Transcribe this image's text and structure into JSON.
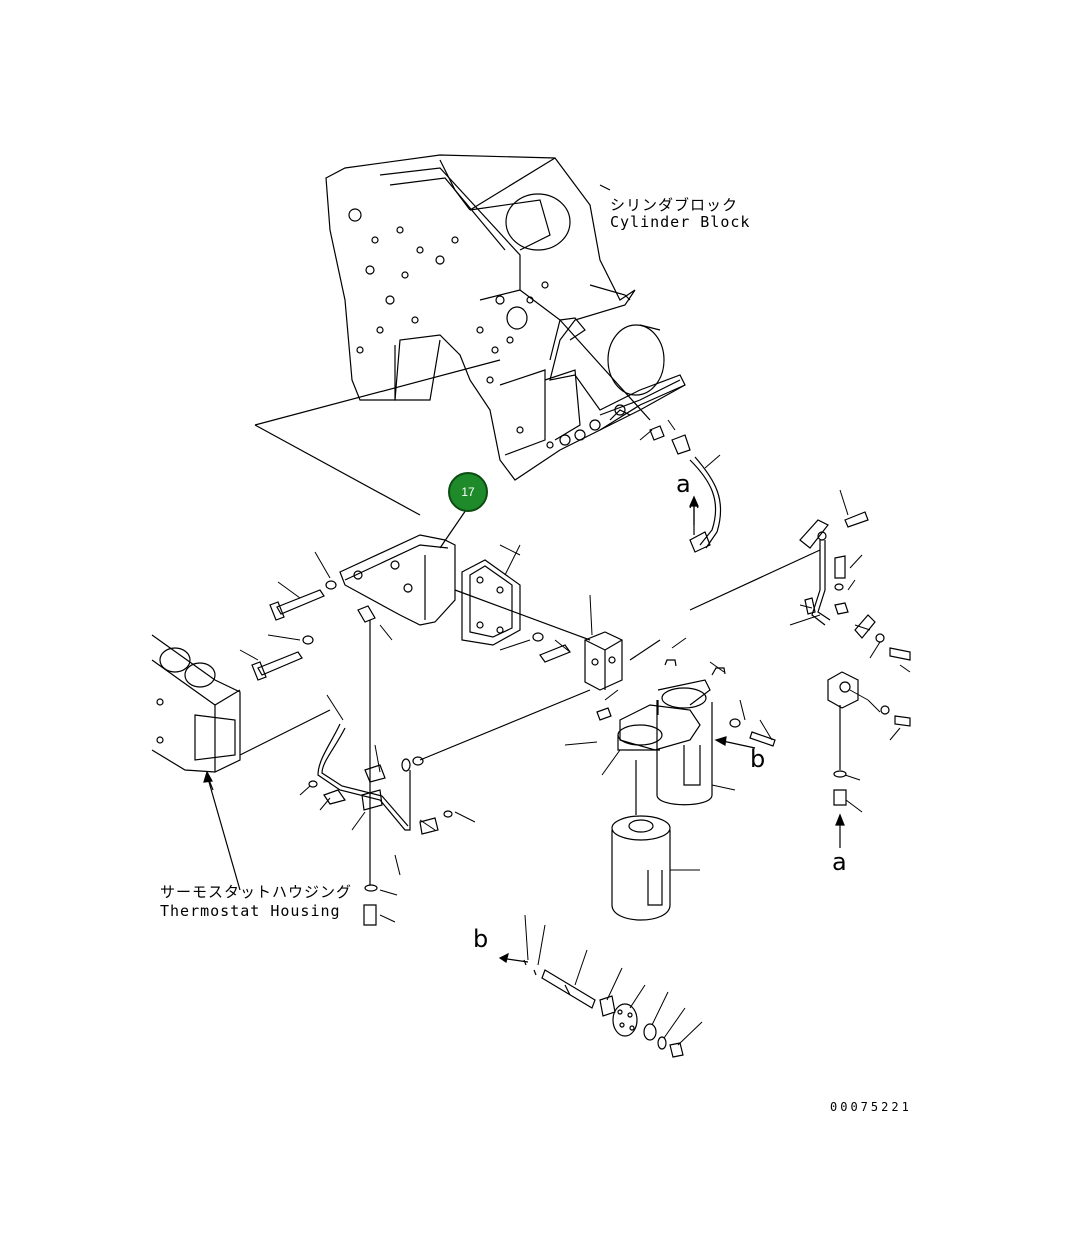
{
  "labels": {
    "cylinder_block_jp": "シリンダブロック",
    "cylinder_block_en": "Cylinder Block",
    "thermostat_housing_jp": "サーモスタットハウジング",
    "thermostat_housing_en": "Thermostat Housing"
  },
  "callouts": [
    {
      "number": "17",
      "color": "#1f8a2a"
    }
  ],
  "reference_letters": {
    "a": "a",
    "b": "b"
  },
  "part_number": "00075221"
}
